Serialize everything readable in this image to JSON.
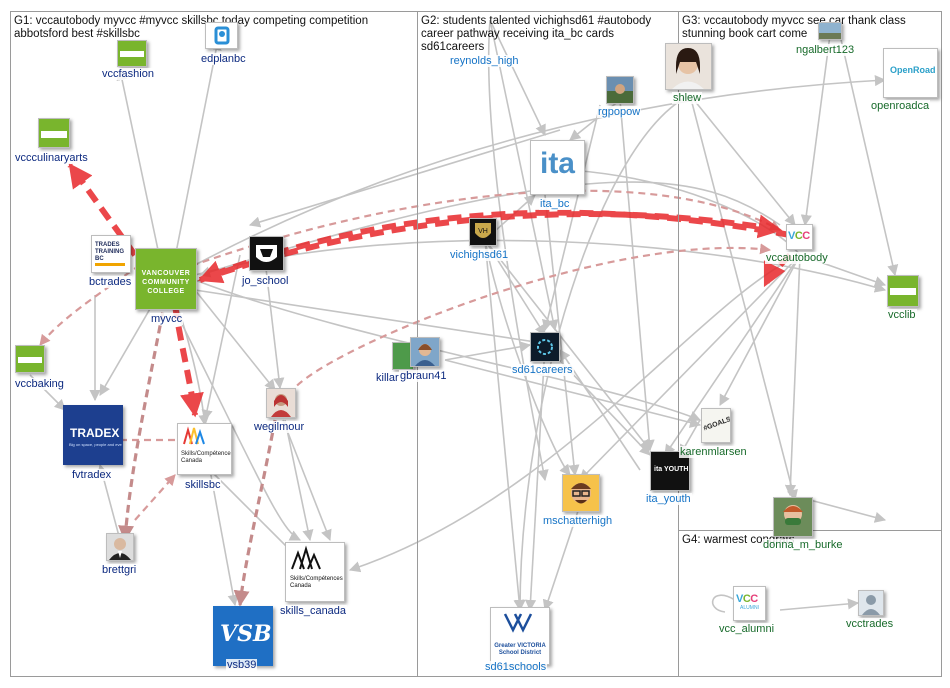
{
  "groups": {
    "g1": "G1: vccautobody myvcc #myvcc skillsbc today competing competition abbotsford best #skillsbc",
    "g2": "G2: students talented vichighsd61 #autobody career pathway receiving ita_bc cards sd61careers",
    "g3": "G3: vccautobody myvcc see car thank class stunning book cart come",
    "g4": "G4: warmest congrats"
  },
  "nodes": {
    "vccfashion": "vccfashion",
    "edplanbc": "edplanbc",
    "vccculinaryarts": "vccculinaryarts",
    "bctrades": "bctrades",
    "myvcc": "myvcc",
    "jo_school": "jo_school",
    "vccbaking": "vccbaking",
    "wegilmour": "wegilmour",
    "fvtradex": "fvtradex",
    "skillsbc": "skillsbc",
    "brettgri": "brettgri",
    "skills_canada": "skills_canada",
    "vsb39": "vsb39",
    "reynolds_high": "reynolds_high",
    "rgpopow": "rgpopow",
    "ita_bc": "ita_bc",
    "vichighsd61": "vichighsd61",
    "killar": "killar",
    "gbraun41": "gbraun41",
    "sd61careers": "sd61careers",
    "mschatterhigh": "mschatterhigh",
    "ita_youth": "ita_youth",
    "sd61schools": "sd61schools",
    "ngalbert123": "ngalbert123",
    "shlew": "shlew",
    "openroadca": "openroadca",
    "vccautobody": "vccautobody",
    "vcclib": "vcclib",
    "karenmlarsen": "karenmlarsen",
    "donna_m_burke": "donna_m_burke",
    "vcc_alumni": "vcc_alumni",
    "vcctrades": "vcctrades"
  },
  "logos": {
    "trades_training": "TRADES TRAINING BC",
    "vcc_college": "VANCOUVER COMMUNITY COLLEGE",
    "tradex": "TRADEX",
    "tradex_sub": "Big on space, people and events",
    "skills_top": "Skills",
    "skills_mid": "Compétences",
    "skills_bot": "Canada",
    "vsb": "VSB",
    "ita": "ita",
    "greater_victoria": "Greater VICTORIA School District",
    "openroad": "OpenRoad",
    "vcc_short": "VCC",
    "vcc_alumni_sub": "ALUMNI",
    "ita_youth_logo": "ita YOUTH",
    "goals": "#GOALS"
  },
  "colors": {
    "g1_label": "#0d2a80",
    "g2_label": "#1573c6",
    "g3_label": "#176a2a",
    "edge_grey": "#c4c4c4",
    "edge_red": "#e8282b",
    "edge_rose": "#c48b8b",
    "vcc_green": "#79b52d"
  }
}
